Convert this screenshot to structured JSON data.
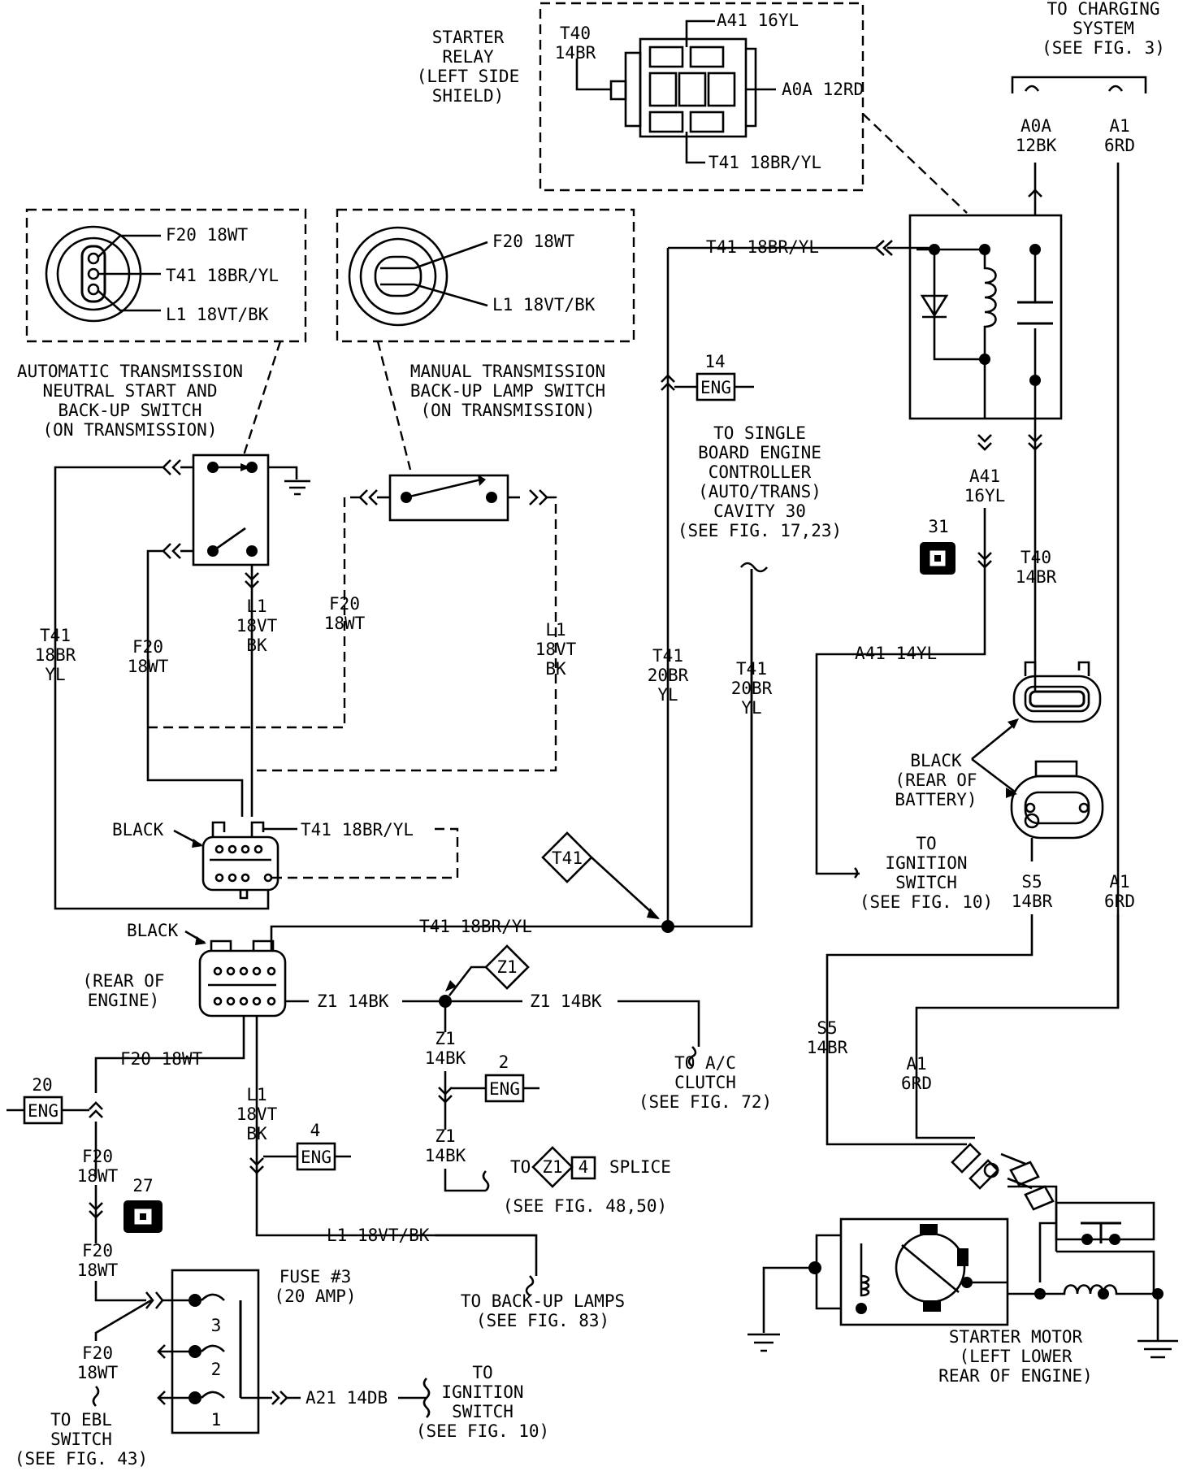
{
  "relay_detail": {
    "title": [
      "STARTER",
      "RELAY",
      "(LEFT SIDE",
      "SHIELD)"
    ],
    "t40": [
      "T40",
      "14BR"
    ],
    "a41": "A41 16YL",
    "a0a": "A0A 12RD",
    "t41": "T41 18BR/YL"
  },
  "charging": {
    "title": [
      "TO CHARGING",
      "SYSTEM",
      "(SEE FIG. 3)"
    ],
    "a0a": [
      "A0A",
      "12BK"
    ],
    "a1": [
      "A1",
      "6RD"
    ]
  },
  "auto_switch": {
    "f20": "F20 18WT",
    "t41": "T41 18BR/YL",
    "l1": "L1 18VT/BK",
    "title": [
      "AUTOMATIC TRANSMISSION",
      "NEUTRAL START AND",
      "BACK-UP SWITCH",
      "(ON TRANSMISSION)"
    ]
  },
  "manual_switch": {
    "f20": "F20 18WT",
    "l1": "L1 18VT/BK",
    "title": [
      "MANUAL TRANSMISSION",
      "BACK-UP LAMP SWITCH",
      "(ON TRANSMISSION)"
    ]
  },
  "wires": {
    "t41_top": "T41 18BR/YL",
    "eng14_num": "14",
    "eng": "ENG",
    "sbec": [
      "TO SINGLE",
      "BOARD ENGINE",
      "CONTROLLER",
      "(AUTO/TRANS)",
      "CAVITY 30",
      "(SEE FIG. 17,23)"
    ],
    "a41_16": [
      "A41",
      "16YL"
    ],
    "t40": [
      "T40",
      "14BR"
    ],
    "ref31": "31",
    "a41_14": "A41 14YL",
    "t41_left": [
      "T41",
      "18BR",
      "YL"
    ],
    "f20_left": [
      "F20",
      "18WT"
    ],
    "l1_left": [
      "L1",
      "18VT",
      "BK"
    ],
    "f20_mid": [
      "F20",
      "18WT"
    ],
    "l1_mid": [
      "L1",
      "18VT",
      "BK"
    ],
    "t41_20a": [
      "T41",
      "20BR",
      "YL"
    ],
    "t41_20b": [
      "T41",
      "20BR",
      "YL"
    ],
    "black_battery": [
      "BLACK",
      "(REAR OF",
      "BATTERY)"
    ],
    "ign_switch": [
      "TO",
      "IGNITION",
      "SWITCH",
      "(SEE FIG. 10)"
    ],
    "s5_a": [
      "S5",
      "14BR"
    ],
    "a1_a": [
      "A1",
      "6RD"
    ],
    "black1": "BLACK",
    "t41_conn": "T41 18BR/YL",
    "t41_diamond": "T41",
    "black2": "BLACK",
    "t41_main": "T41 18BR/YL",
    "rear_engine": [
      "(REAR OF",
      "ENGINE)"
    ],
    "z1_diamond": "Z1",
    "z1_a": "Z1 14BK",
    "z1_b": "Z1 14BK",
    "ac_clutch": [
      "TO A/C",
      "CLUTCH",
      "(SEE FIG. 72)"
    ],
    "s5_b": [
      "S5",
      "14BR"
    ],
    "a1_b": [
      "A1",
      "6RD"
    ],
    "f20_c": "F20 18WT",
    "ref20": "20",
    "ref2": "2",
    "ref4": "4",
    "ref27": "27",
    "z1_c": [
      "Z1",
      "14BK"
    ],
    "z1_d": [
      "Z1",
      "14BK"
    ],
    "l1_c": [
      "L1",
      "18VT",
      "BK"
    ],
    "f20_d": [
      "F20",
      "18WT"
    ],
    "f20_e": [
      "F20",
      "18WT"
    ],
    "f20_f": [
      "F20",
      "18WT"
    ],
    "splice_to": "TO",
    "splice_z1": "Z1",
    "splice_4": "4",
    "splice_word": "SPLICE",
    "splice_ref": "(SEE FIG. 48,50)",
    "l1_d": "L1 18VT/BK",
    "fuse": [
      "FUSE #3",
      "(20 AMP)"
    ],
    "fuse_nums": [
      "3",
      "2",
      "1"
    ],
    "backup_lamps": [
      "TO BACK-UP LAMPS",
      "(SEE FIG. 83)"
    ],
    "a21": "A21 14DB",
    "ign2": [
      "TO",
      "IGNITION",
      "SWITCH",
      "(SEE FIG. 10)"
    ],
    "ebl": [
      "TO EBL",
      "SWITCH",
      "(SEE FIG. 43)"
    ],
    "starter": [
      "STARTER MOTOR",
      "(LEFT LOWER",
      "REAR OF ENGINE)"
    ]
  }
}
